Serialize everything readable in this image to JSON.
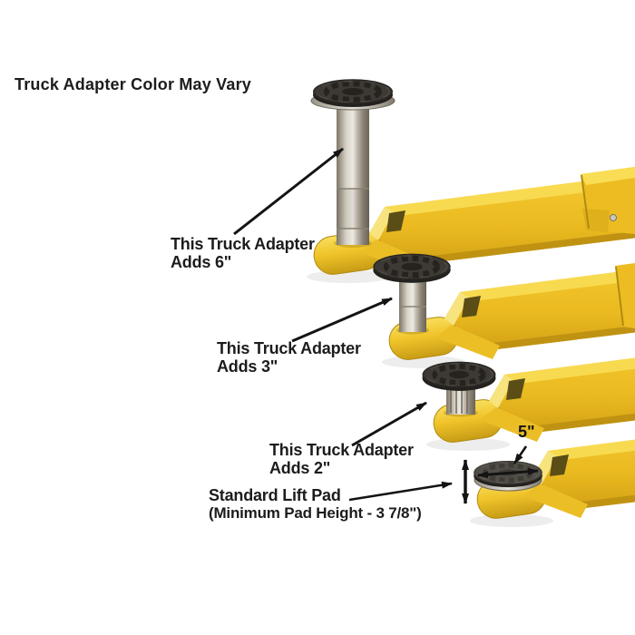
{
  "background": "#ffffff",
  "title": "Truck Adapter Color May Vary",
  "annotations": {
    "adapter_6in": {
      "line1": "This Truck Adapter",
      "line2": "Adds 6\""
    },
    "adapter_3in": {
      "line1": "This Truck Adapter",
      "line2": "Adds 3\""
    },
    "adapter_2in": {
      "line1": "This Truck Adapter",
      "line2": "Adds 2\""
    },
    "standard_pad": {
      "line1": "Standard Lift Pad",
      "line2": "(Minimum Pad Height - 3 7/8\")"
    },
    "pad_diameter": "5\""
  },
  "figure": {
    "parts": [
      {
        "name": "lift-arm-1",
        "attachment": "truck adapter adds 6 inch"
      },
      {
        "name": "lift-arm-2",
        "attachment": "truck adapter adds 3 inch"
      },
      {
        "name": "lift-arm-3",
        "attachment": "truck adapter adds 2 inch"
      },
      {
        "name": "lift-arm-4",
        "attachment": "standard lift pad"
      }
    ],
    "colors": {
      "arm_yellow": "#f0c42a",
      "arm_shadow": "#c79c15",
      "pad_rubber": "#3d3a35",
      "chrome_post": "#d9d4c9",
      "annotation_text": "#1c1c1c",
      "arrow": "#141414"
    }
  }
}
